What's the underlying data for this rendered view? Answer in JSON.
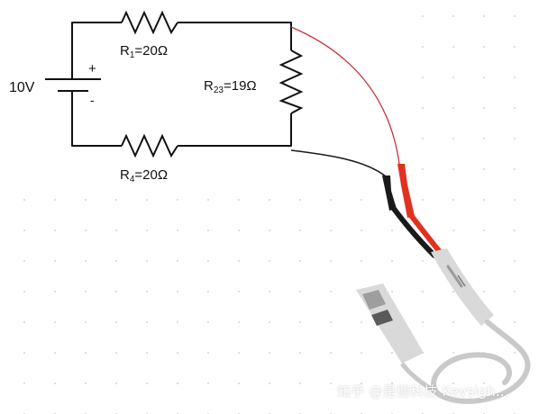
{
  "diagram": {
    "source_label": "10V",
    "polarity_plus": "+",
    "polarity_minus": "-",
    "r1": {
      "name": "R",
      "sub": "1",
      "value": "=20Ω"
    },
    "r23": {
      "name": "R",
      "sub": "23",
      "value": "=19Ω"
    },
    "r4": {
      "name": "R",
      "sub": "4",
      "value": "=20Ω"
    }
  },
  "probe": {
    "lead_positive_color": "#e0321f",
    "lead_negative_color": "#1a1a1a",
    "wire_positive_color": "#c8323a",
    "cable_color": "#c9c9c9",
    "body_color": "#d9d9d9"
  },
  "watermark": "知乎 @是德科技 Keysigh..."
}
